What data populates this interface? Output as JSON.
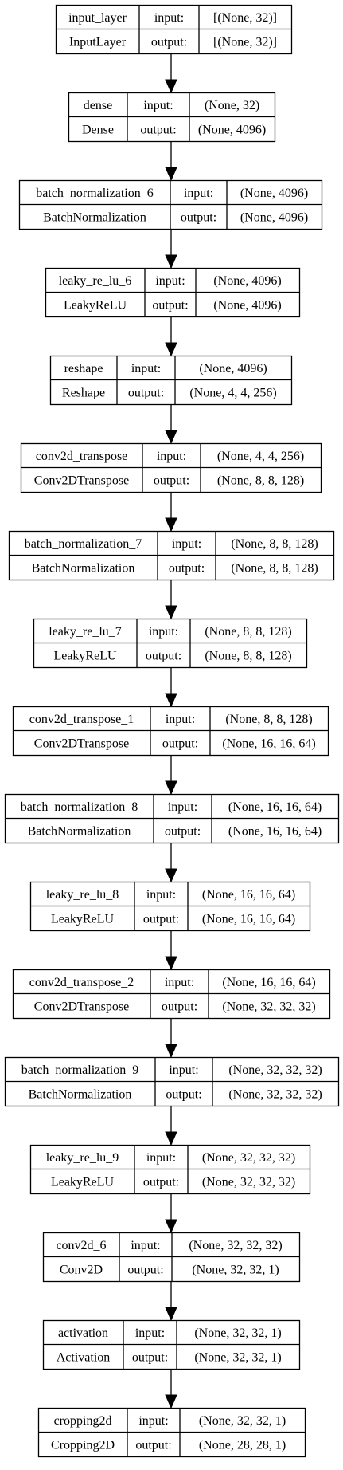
{
  "layers": [
    {
      "name": "input_layer",
      "type": "InputLayer",
      "input": "[(None, 32)]",
      "output": "[(None, 32)]"
    },
    {
      "name": "dense",
      "type": "Dense",
      "input": "(None, 32)",
      "output": "(None, 4096)"
    },
    {
      "name": "batch_normalization_6",
      "type": "BatchNormalization",
      "input": "(None, 4096)",
      "output": "(None, 4096)"
    },
    {
      "name": "leaky_re_lu_6",
      "type": "LeakyReLU",
      "input": "(None, 4096)",
      "output": "(None, 4096)"
    },
    {
      "name": "reshape",
      "type": "Reshape",
      "input": "(None, 4096)",
      "output": "(None, 4, 4, 256)"
    },
    {
      "name": "conv2d_transpose",
      "type": "Conv2DTranspose",
      "input": "(None, 4, 4, 256)",
      "output": "(None, 8, 8, 128)"
    },
    {
      "name": "batch_normalization_7",
      "type": "BatchNormalization",
      "input": "(None, 8, 8, 128)",
      "output": "(None, 8, 8, 128)"
    },
    {
      "name": "leaky_re_lu_7",
      "type": "LeakyReLU",
      "input": "(None, 8, 8, 128)",
      "output": "(None, 8, 8, 128)"
    },
    {
      "name": "conv2d_transpose_1",
      "type": "Conv2DTranspose",
      "input": "(None, 8, 8, 128)",
      "output": "(None, 16, 16, 64)"
    },
    {
      "name": "batch_normalization_8",
      "type": "BatchNormalization",
      "input": "(None, 16, 16, 64)",
      "output": "(None, 16, 16, 64)"
    },
    {
      "name": "leaky_re_lu_8",
      "type": "LeakyReLU",
      "input": "(None, 16, 16, 64)",
      "output": "(None, 16, 16, 64)"
    },
    {
      "name": "conv2d_transpose_2",
      "type": "Conv2DTranspose",
      "input": "(None, 16, 16, 64)",
      "output": "(None, 32, 32, 32)"
    },
    {
      "name": "batch_normalization_9",
      "type": "BatchNormalization",
      "input": "(None, 32, 32, 32)",
      "output": "(None, 32, 32, 32)"
    },
    {
      "name": "leaky_re_lu_9",
      "type": "LeakyReLU",
      "input": "(None, 32, 32, 32)",
      "output": "(None, 32, 32, 32)"
    },
    {
      "name": "conv2d_6",
      "type": "Conv2D",
      "input": "(None, 32, 32, 32)",
      "output": "(None, 32, 32, 1)"
    },
    {
      "name": "activation",
      "type": "Activation",
      "input": "(None, 32, 32, 1)",
      "output": "(None, 32, 32, 1)"
    },
    {
      "name": "cropping2d",
      "type": "Cropping2D",
      "input": "(None, 32, 32, 1)",
      "output": "(None, 28, 28, 1)"
    }
  ],
  "labels": {
    "input": "input:",
    "output": "output:"
  },
  "colors": {
    "stroke": "#000000",
    "text": "#000000",
    "background": "#ffffff"
  }
}
